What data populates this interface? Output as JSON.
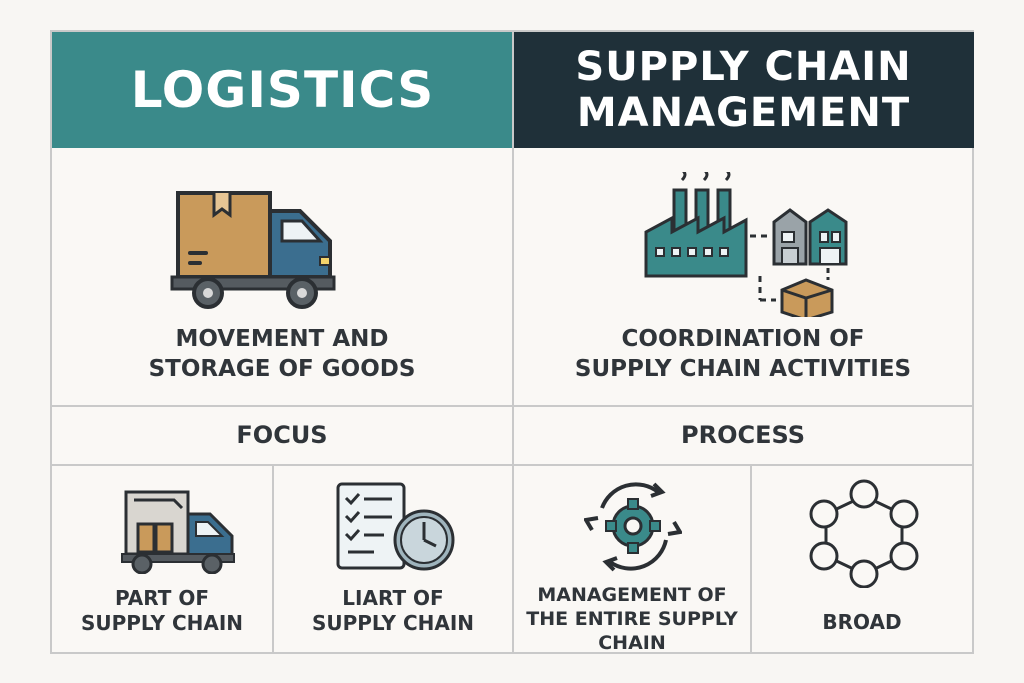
{
  "headers": {
    "logistics": "LOGISTICS",
    "scm_line1": "SUPPLY CHAIN",
    "scm_line2": "MANAGEMENT"
  },
  "logistics_desc": {
    "line1": "MOVEMENT AND",
    "line2": "STORAGE OF GOODS"
  },
  "scm_desc": {
    "line1": "COORDINATION OF",
    "line2": "SUPPLY CHAIN ACTIVITIES"
  },
  "row_labels": {
    "focus": "FOCUS",
    "process": "PROCESS"
  },
  "bottom_cells": [
    {
      "line1": "PART OF",
      "line2": "SUPPLY CHAIN"
    },
    {
      "line1": "LIART OF",
      "line2": "SUPPLY CHAIN"
    },
    {
      "line1": "MANAGEMENT OF",
      "line2": "THE ENTIRE SUPPLY",
      "line3": "CHAIN"
    },
    {
      "line1": "BROAD"
    }
  ],
  "colors": {
    "teal": "#3a8a8a",
    "navy": "#1f3039",
    "box": "#c99a5b",
    "truck_blue": "#3b6e8f"
  },
  "icons": [
    "truck-icon",
    "factory-warehouse-icon",
    "truck-small-icon",
    "checklist-clock-icon",
    "gear-cycle-icon",
    "network-ring-icon"
  ]
}
